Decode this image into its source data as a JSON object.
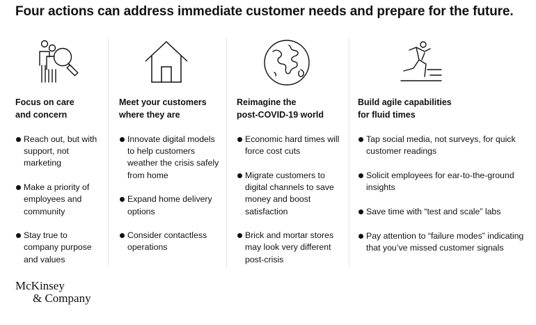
{
  "title": "Four actions can address immediate customer needs and prepare for the future.",
  "columns": [
    {
      "icon": "people-magnifier-icon",
      "heading": [
        "Focus on care",
        "and concern"
      ],
      "bullets": [
        "Reach out, but with support, not marketing",
        "Make a priority of employees and community",
        "Stay true to company purpose and values"
      ]
    },
    {
      "icon": "house-icon",
      "heading": [
        "Meet your customers",
        "where they are"
      ],
      "bullets": [
        "Innovate digital models to help customers weather the crisis safely from home",
        "Expand home delivery options",
        "Consider contactless operations"
      ]
    },
    {
      "icon": "globe-icon",
      "heading": [
        "Reimagine the",
        "post-COVID-19 world"
      ],
      "bullets": [
        "Economic hard times will force cost cuts",
        "Migrate customers to digital channels to save money and boost satisfaction",
        "Brick and mortar stores may look very different post-crisis"
      ]
    },
    {
      "icon": "running-person-icon",
      "heading": [
        "Build agile capabilities",
        "for fluid times"
      ],
      "bullets": [
        "Tap social media, not surveys, for quick customer readings",
        "Solicit employees for ear-to-the-ground insights",
        "Save time with “test and scale” labs",
        "Pay attention to “failure modes” indicating that you’ve missed customer signals"
      ]
    }
  ],
  "logo": [
    "McKinsey",
    "& Company"
  ]
}
